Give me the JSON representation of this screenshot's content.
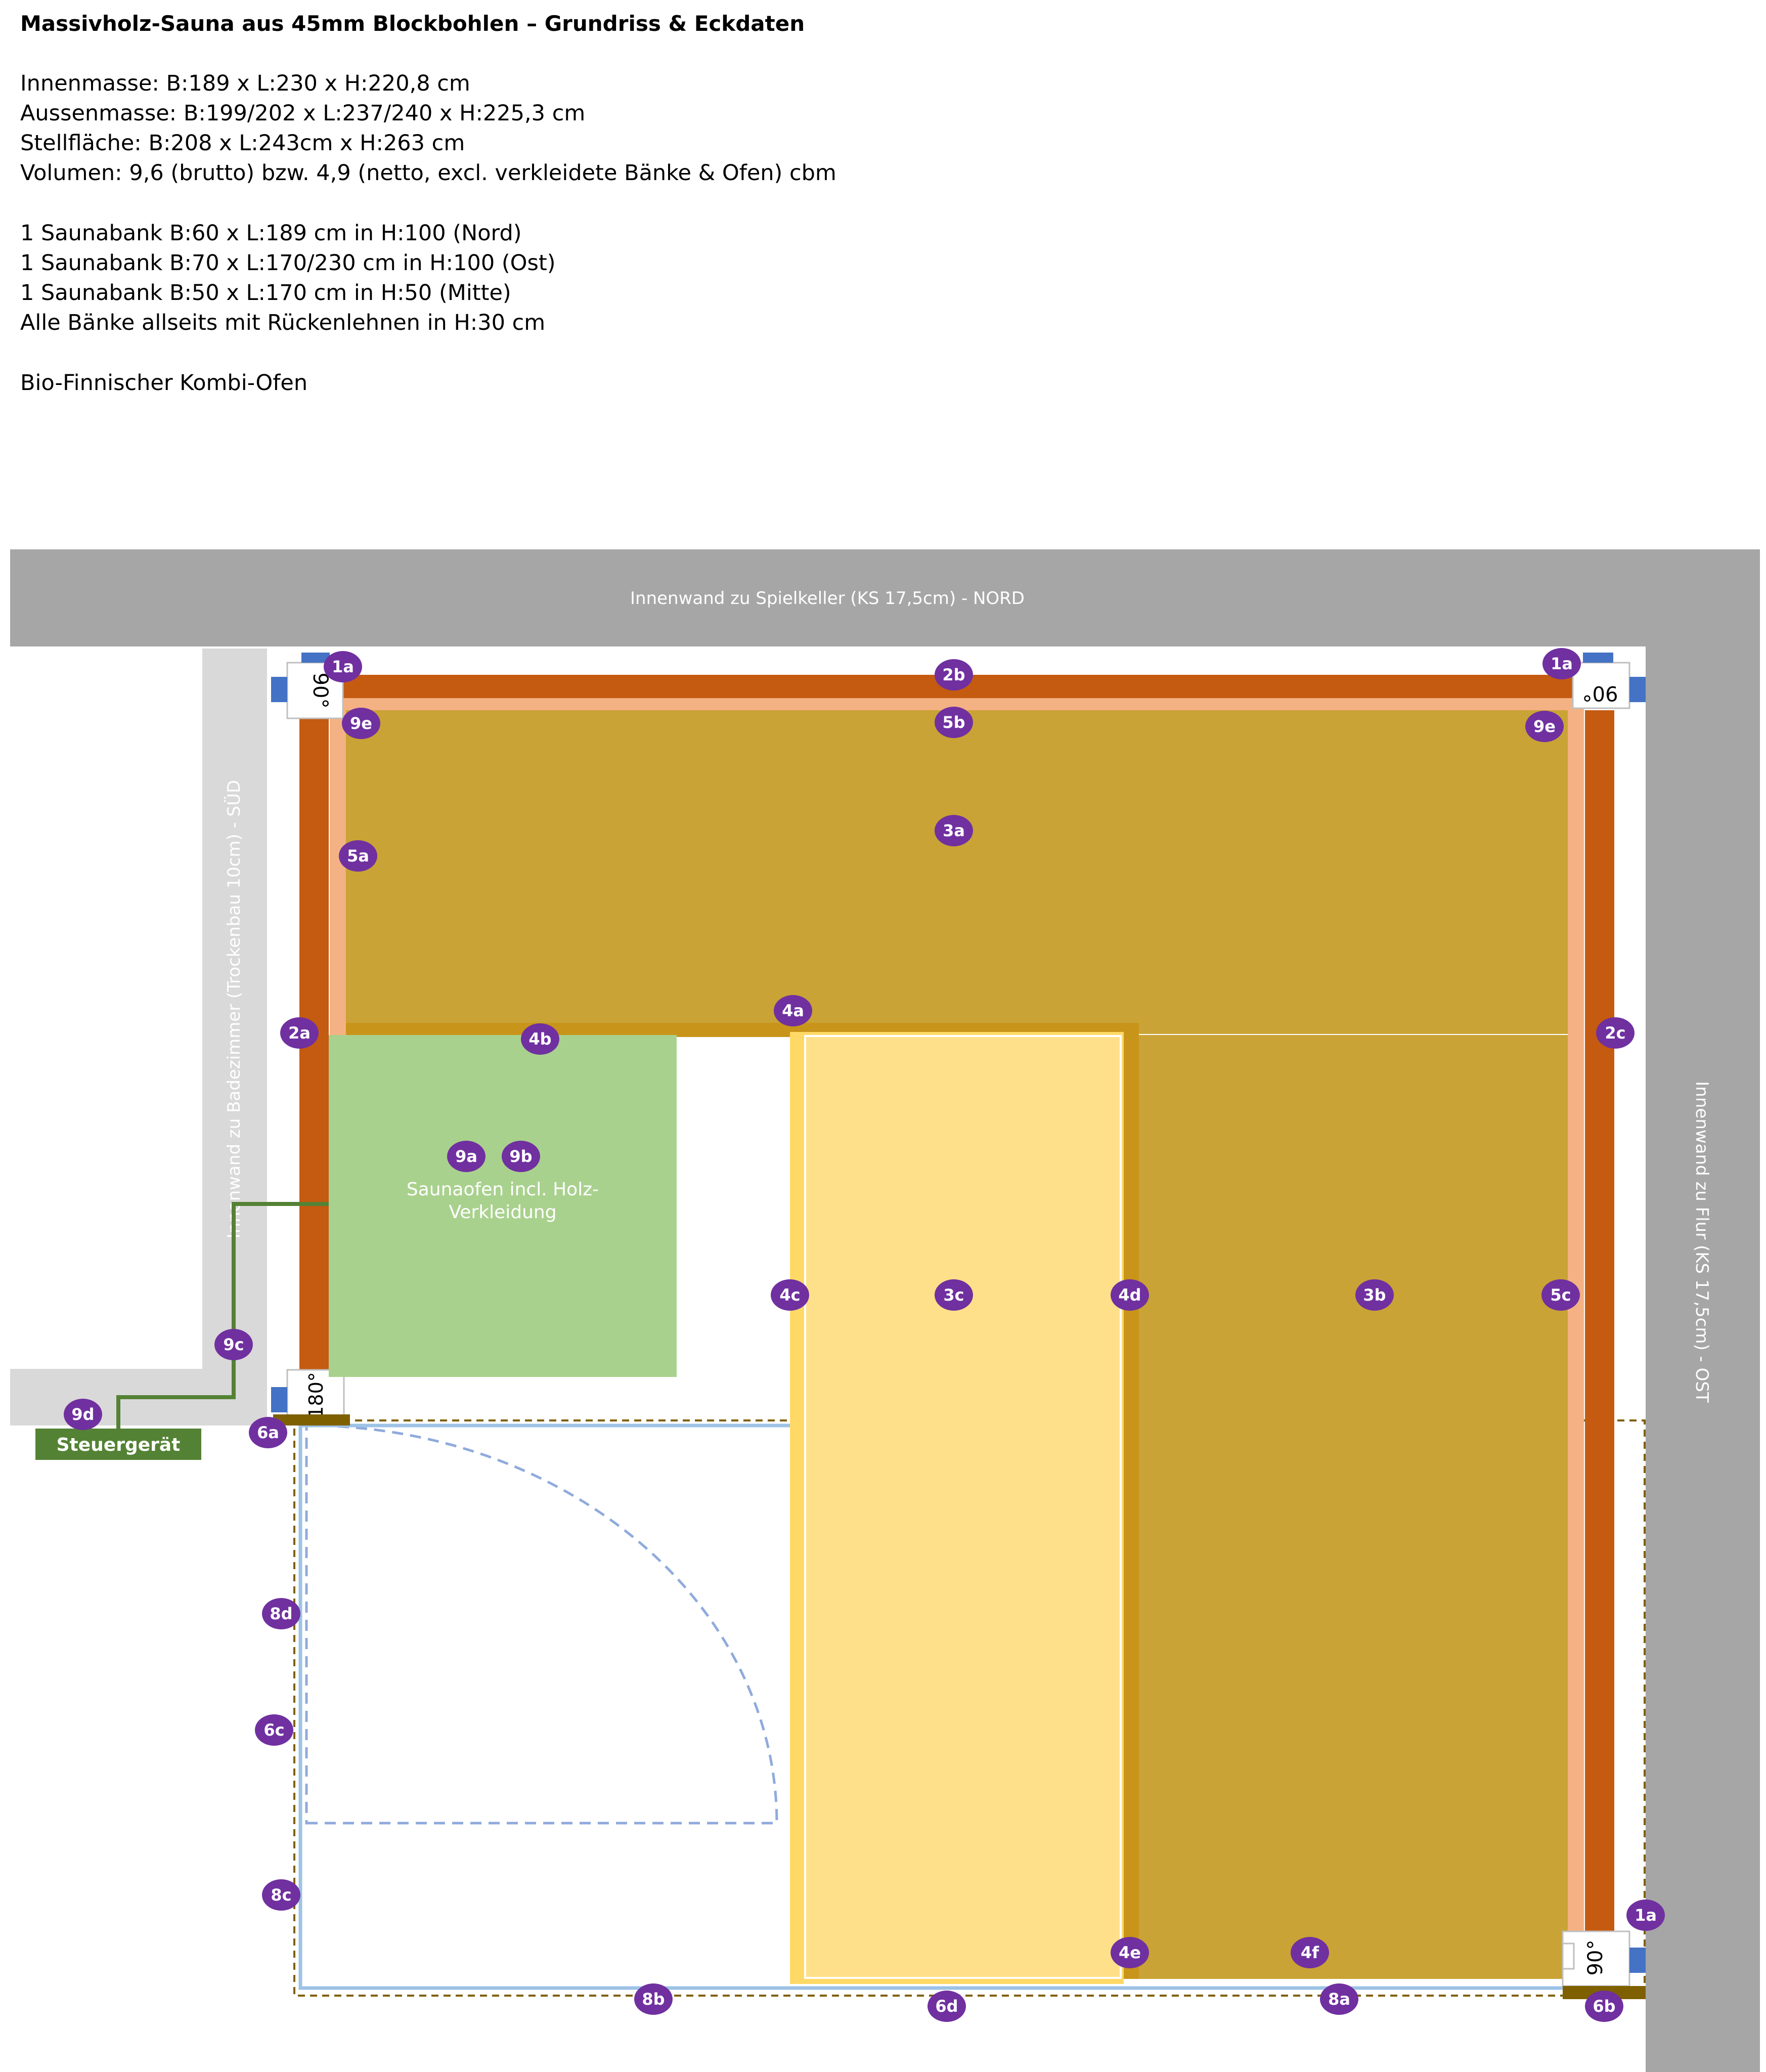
{
  "title": "Massivholz-Sauna aus 45mm Blockbohlen – Grundriss & Eckdaten",
  "specs": {
    "innen": "Innenmasse: B:189 x L:230 x H:220,8 cm",
    "aussen": "Aussenmasse: B:199/202 x L:237/240 x H:225,3 cm",
    "stell": "Stellfläche: B:208 x L:243cm x H:263 cm",
    "volumen": "Volumen: 9,6 (brutto) bzw. 4,9 (netto, excl. verkleidete Bänke & Ofen) cbm"
  },
  "benches": {
    "bank1": "1 Saunabank B:60 x L:189 cm in H:100 (Nord)",
    "bank2": "1 Saunabank B:70 x L:170/230 cm in H:100 (Ost)",
    "bank3": "1 Saunabank B:50 x L:170 cm in H:50 (Mitte)",
    "rueckenlehnen": "Alle Bänke allseits mit Rückenlehnen in H:30 cm"
  },
  "ofen": "Bio-Finnischer Kombi-Ofen",
  "walls": {
    "nord": "Innenwand zu Spielkeller (KS 17,5cm) - NORD",
    "sued": "Innenwand zu Badezimmer (Trockenbau 10cm) - SÜD",
    "ost": "Innenwand zu Flur (KS 17,5cm) - OST"
  },
  "stove": {
    "line1": "Saunaofen incl. Holz-",
    "line2": "Verkleidung"
  },
  "controller": "Steuergerät",
  "angles": {
    "deg90": "90°",
    "deg180": "180°"
  },
  "labels": {
    "b1a_1": "1a",
    "b1a_2": "1a",
    "b1a_3": "1a",
    "b2a": "2a",
    "b2b": "2b",
    "b2c": "2c",
    "b3a": "3a",
    "b3b": "3b",
    "b3c": "3c",
    "b4a": "4a",
    "b4b": "4b",
    "b4c": "4c",
    "b4d": "4d",
    "b4e": "4e",
    "b4f": "4f",
    "b5a": "5a",
    "b5b": "5b",
    "b5c": "5c",
    "b6a": "6a",
    "b6b": "6b",
    "b6c": "6c",
    "b6d": "6d",
    "b8a": "8a",
    "b8b": "8b",
    "b8c": "8c",
    "b8d": "8d",
    "b9a": "9a",
    "b9b": "9b",
    "b9c": "9c",
    "b9d": "9d",
    "b9e_1": "9e",
    "b9e_2": "9e"
  },
  "colors": {
    "wall": "#a6a6a6",
    "drywall": "#d9d9d9",
    "log": "#c55a11",
    "backrest": "#f4b183",
    "bench": "#c9a335",
    "bench_frame": "#c8951a",
    "bench_middle": "#ffe08a",
    "stove": "#a9d18e",
    "cable": "#548235",
    "badge": "#7030a0",
    "connector": "#4472c4",
    "sill": "#7f6000"
  }
}
